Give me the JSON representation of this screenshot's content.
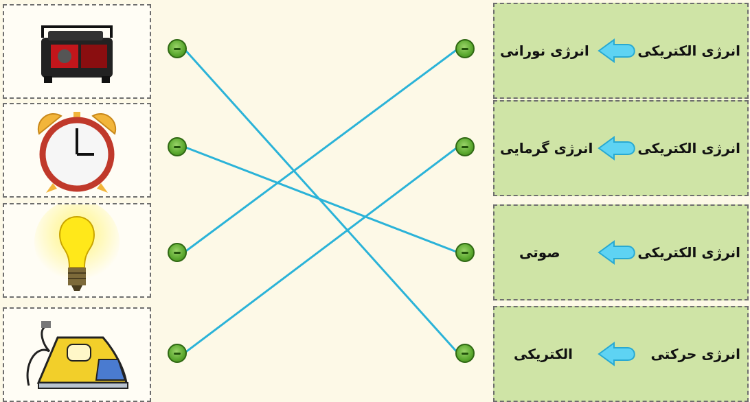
{
  "left_items": [
    {
      "icon": "generator-icon"
    },
    {
      "icon": "alarm-clock-icon"
    },
    {
      "icon": "light-bulb-icon"
    },
    {
      "icon": "iron-icon"
    }
  ],
  "right_items": [
    {
      "left_text": "انرژی نورانی",
      "right_text": "انرژی الکتریکی"
    },
    {
      "left_text": "انرژی گرمایی",
      "right_text": "انرژی الکتریکی"
    },
    {
      "left_text": "صوتی",
      "right_text": "انرژی الکتریکی"
    },
    {
      "left_text": "الکتریکی",
      "right_text": "انرژی حرکتی"
    }
  ],
  "matches": [
    [
      0,
      3
    ],
    [
      1,
      2
    ],
    [
      2,
      0
    ],
    [
      3,
      1
    ]
  ],
  "colors": {
    "line": "#2bb3d8",
    "arrow": "#5ed3f3",
    "box_green": "#cfe4a6",
    "background": "#fdf9e7"
  }
}
